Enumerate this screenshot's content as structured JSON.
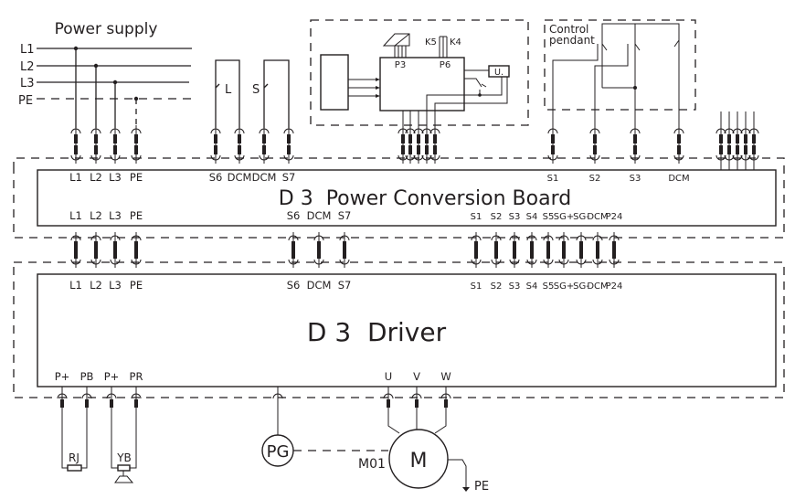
{
  "diagram": {
    "type": "wiring-schematic",
    "power_supply": {
      "title": "Power supply",
      "lines": [
        "L1",
        "L2",
        "L3",
        "PE"
      ]
    },
    "limit_switches": [
      {
        "label": "L"
      },
      {
        "label": "S"
      }
    ],
    "control_unit": {
      "connectors": [
        "P3",
        "P6"
      ],
      "relays": [
        "K5",
        "K4"
      ],
      "meter_label": "U."
    },
    "control_pendant": {
      "title_line1": "Control",
      "title_line2": "pendant"
    },
    "power_conversion_board": {
      "title": "D 3  Power Conversion Board",
      "top_terminals": {
        "power": [
          "L1",
          "L2",
          "L3",
          "PE"
        ],
        "limit": [
          "S6",
          "DCM",
          "DCM",
          "S7"
        ],
        "pendant": [
          "S1",
          "S2",
          "S3",
          "DCM"
        ]
      },
      "bottom_terminals": {
        "power": [
          "L1",
          "L2",
          "L3",
          "PE"
        ],
        "limit": [
          "S6",
          "DCM",
          "S7"
        ],
        "signal": [
          "S1",
          "S2",
          "S3",
          "S4",
          "S5",
          "SG+",
          "SG-",
          "DCM",
          "P24"
        ]
      }
    },
    "driver": {
      "title": "D 3  Driver",
      "top_terminals": {
        "power": [
          "L1",
          "L2",
          "L3",
          "PE"
        ],
        "limit": [
          "S6",
          "DCM",
          "S7"
        ],
        "signal": [
          "S1",
          "S2",
          "S3",
          "S4",
          "S5",
          "SG+",
          "SG-",
          "DCM",
          "P24"
        ]
      },
      "bottom_terminals": {
        "brake": [
          "P+",
          "PB",
          "P+",
          "PR"
        ],
        "motor": [
          "U",
          "V",
          "W"
        ]
      }
    },
    "external": {
      "resistor_label": "RJ",
      "brake_label": "YB",
      "encoder_label": "PG",
      "motor_label": "M",
      "motor_id": "M01",
      "ground_label": "PE"
    }
  }
}
